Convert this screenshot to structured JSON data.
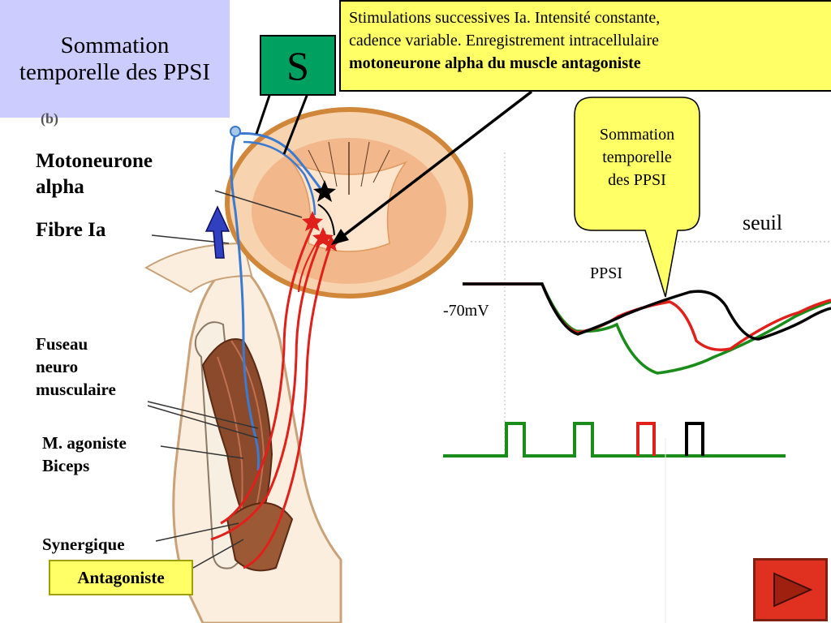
{
  "title": "Sommation temporelle des PPSI",
  "stim_box": {
    "label": "S"
  },
  "info": {
    "line1": "Stimulations  successives Ia. Intensité constante,",
    "line2": "cadence variable. Enregistrement intracellulaire",
    "line3_bold": "motoneurone alpha du muscle antagoniste"
  },
  "figure_tag": "(b)",
  "labels": {
    "motoneurone_1": "Motoneurone",
    "motoneurone_2": "alpha",
    "fibre": "Fibre Ia",
    "fuseau_1": "Fuseau",
    "fuseau_2": "neuro",
    "fuseau_3": "musculaire",
    "agoniste_1": "M. agoniste",
    "agoniste_2": "Biceps",
    "synergique": "Synergique",
    "antagoniste": "Antagoniste"
  },
  "callout": {
    "line1": "Sommation",
    "line2": "temporelle",
    "line3": "des PPSI"
  },
  "trace": {
    "seuil": "seuil",
    "ppsi": "PPSI",
    "resting": "-70mV"
  },
  "colors": {
    "green": "#1a8c1a",
    "red": "#e0201a",
    "black": "#000000",
    "title_bg": "#ccccff",
    "info_bg": "#ffff66",
    "stim_bg": "#00a060",
    "nav_btn": "#e03020"
  },
  "nav": {
    "next_icon": "play-triangle-icon"
  }
}
